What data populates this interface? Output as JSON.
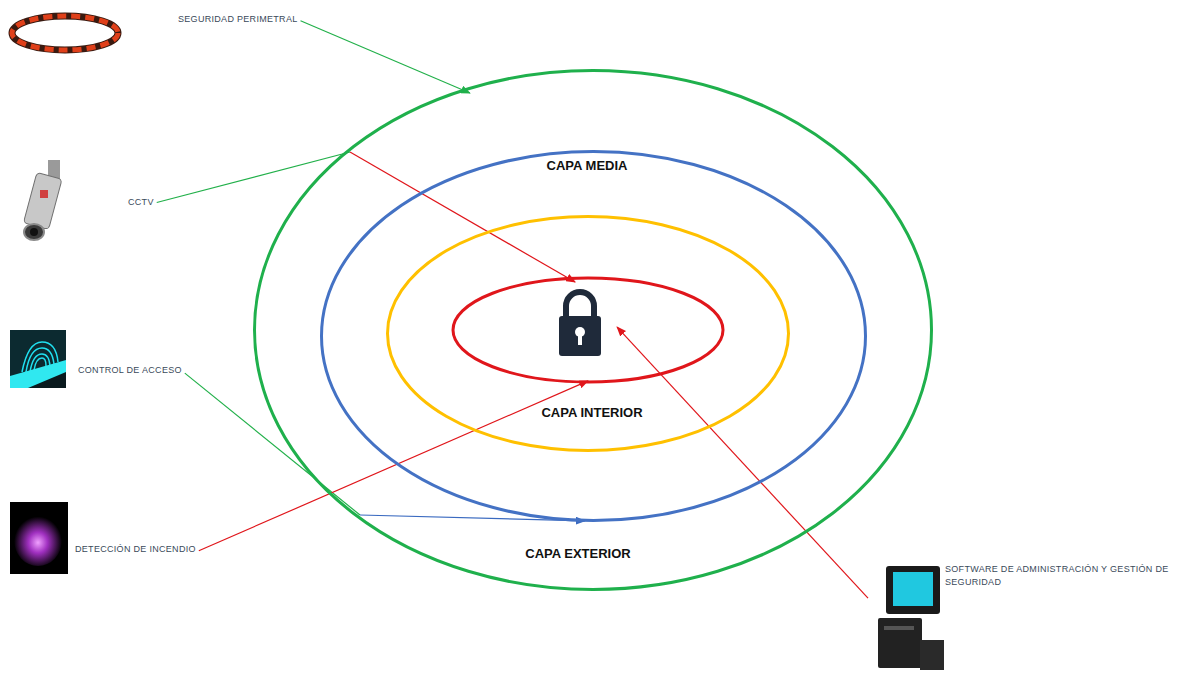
{
  "diagram": {
    "nodes": [
      {
        "text": [
          "CAPA EXTERIOR"
        ]
      },
      {
        "text": [
          "CAPA MEDIA"
        ],
        "in": 0
      },
      {
        "text": [
          "CAPA INTERIOR"
        ],
        "in": 1
      },
      {
        "text": [
          "SEGURIDAD PERIMETRAL"
        ]
      },
      {
        "text": [
          "CCTV"
        ]
      },
      {
        "text": [
          "CONTROL DE ACCESO"
        ]
      },
      {
        "text": [
          "DETECCIÓN DE INCENDIO"
        ]
      },
      {
        "text": [
          "SOFTWARE DE ADMINISTRACIÓN Y GESTIÓN DE SEGURIDAD"
        ]
      }
    ],
    "edges": [
      {
        "from": 3,
        "to": 0,
        "arrow": "to"
      },
      {
        "from": 4,
        "to": 2,
        "arrow": "to"
      },
      {
        "from": 5,
        "to": 1,
        "arrow": "to"
      },
      {
        "from": 6,
        "to": 2,
        "arrow": "to"
      },
      {
        "from": 7,
        "to": 2,
        "arrow": "to"
      }
    ]
  }
}
